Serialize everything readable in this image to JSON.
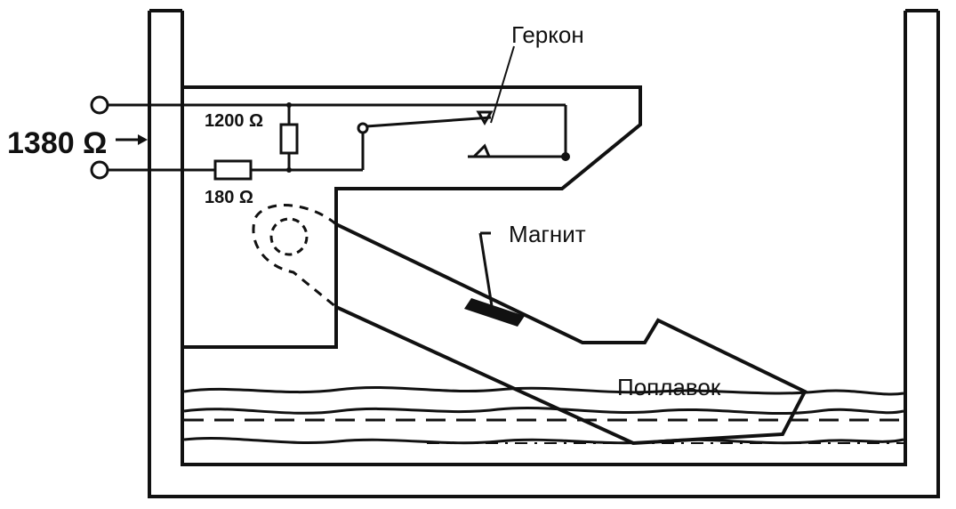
{
  "labels": {
    "reed_switch": "Геркон",
    "magnet": "Магнит",
    "float": "Поплавок",
    "total_resistance": "1380 Ω",
    "resistor_parallel": "1200 Ω",
    "resistor_series": "180 Ω"
  },
  "colors": {
    "ink": "#111111",
    "background": "#ffffff"
  }
}
